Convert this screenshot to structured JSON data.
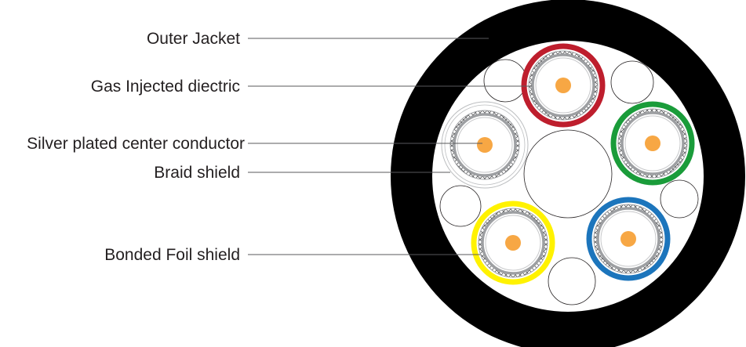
{
  "labels": {
    "outer_jacket": "Outer Jacket",
    "gas_injected_dielectric": "Gas Injected diectric",
    "silver_plated_center_conductor": "Silver plated center conductor",
    "braid_shield": "Braid shield",
    "bonded_foil_shield": "Bonded Foil shield"
  },
  "colors": {
    "jacket": "#000000",
    "filler": "#ffffff",
    "conductor": "#f7a744",
    "braid": "#9d9fa2",
    "foil": "#c7c8ca",
    "red": "#be1e2d",
    "green": "#1a9c3a",
    "blue": "#1c75bc",
    "yellow": "#fff200",
    "unmarked": "#bcbec0"
  },
  "cores": [
    "red",
    "green",
    "blue",
    "yellow",
    "unmarked"
  ]
}
